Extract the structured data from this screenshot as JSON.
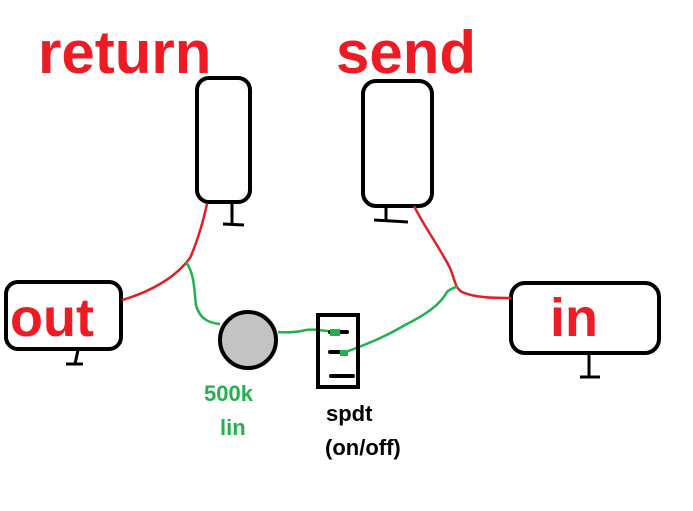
{
  "colors": {
    "label_red": "#ed1c24",
    "wire_red": "#e01e25",
    "wire_green": "#22b14c",
    "outline": "#000000",
    "pot_fill": "#c3c3c3",
    "background": "#ffffff"
  },
  "labels": {
    "return": "return",
    "send": "send",
    "out": "out",
    "in": "in",
    "pot_value": "500k",
    "pot_taper": "lin",
    "switch_type": "spdt",
    "switch_mode": "(on/off)"
  },
  "components": [
    {
      "id": "return-jack",
      "type": "jack",
      "label": "return"
    },
    {
      "id": "send-jack",
      "type": "jack",
      "label": "send"
    },
    {
      "id": "out-jack",
      "type": "jack",
      "label": "out"
    },
    {
      "id": "in-jack",
      "type": "jack",
      "label": "in"
    },
    {
      "id": "potentiometer",
      "type": "pot",
      "value": "500k",
      "taper": "lin"
    },
    {
      "id": "switch",
      "type": "spdt",
      "mode": "on/off"
    }
  ],
  "connections": [
    {
      "from": "return-jack",
      "to": "out-jack",
      "color": "red"
    },
    {
      "from": "send-jack",
      "to": "in-jack",
      "color": "red"
    },
    {
      "from": "return-out-junction",
      "to": "potentiometer",
      "color": "green"
    },
    {
      "from": "potentiometer",
      "to": "switch",
      "color": "green"
    },
    {
      "from": "switch",
      "to": "send-in-junction",
      "color": "green"
    }
  ]
}
